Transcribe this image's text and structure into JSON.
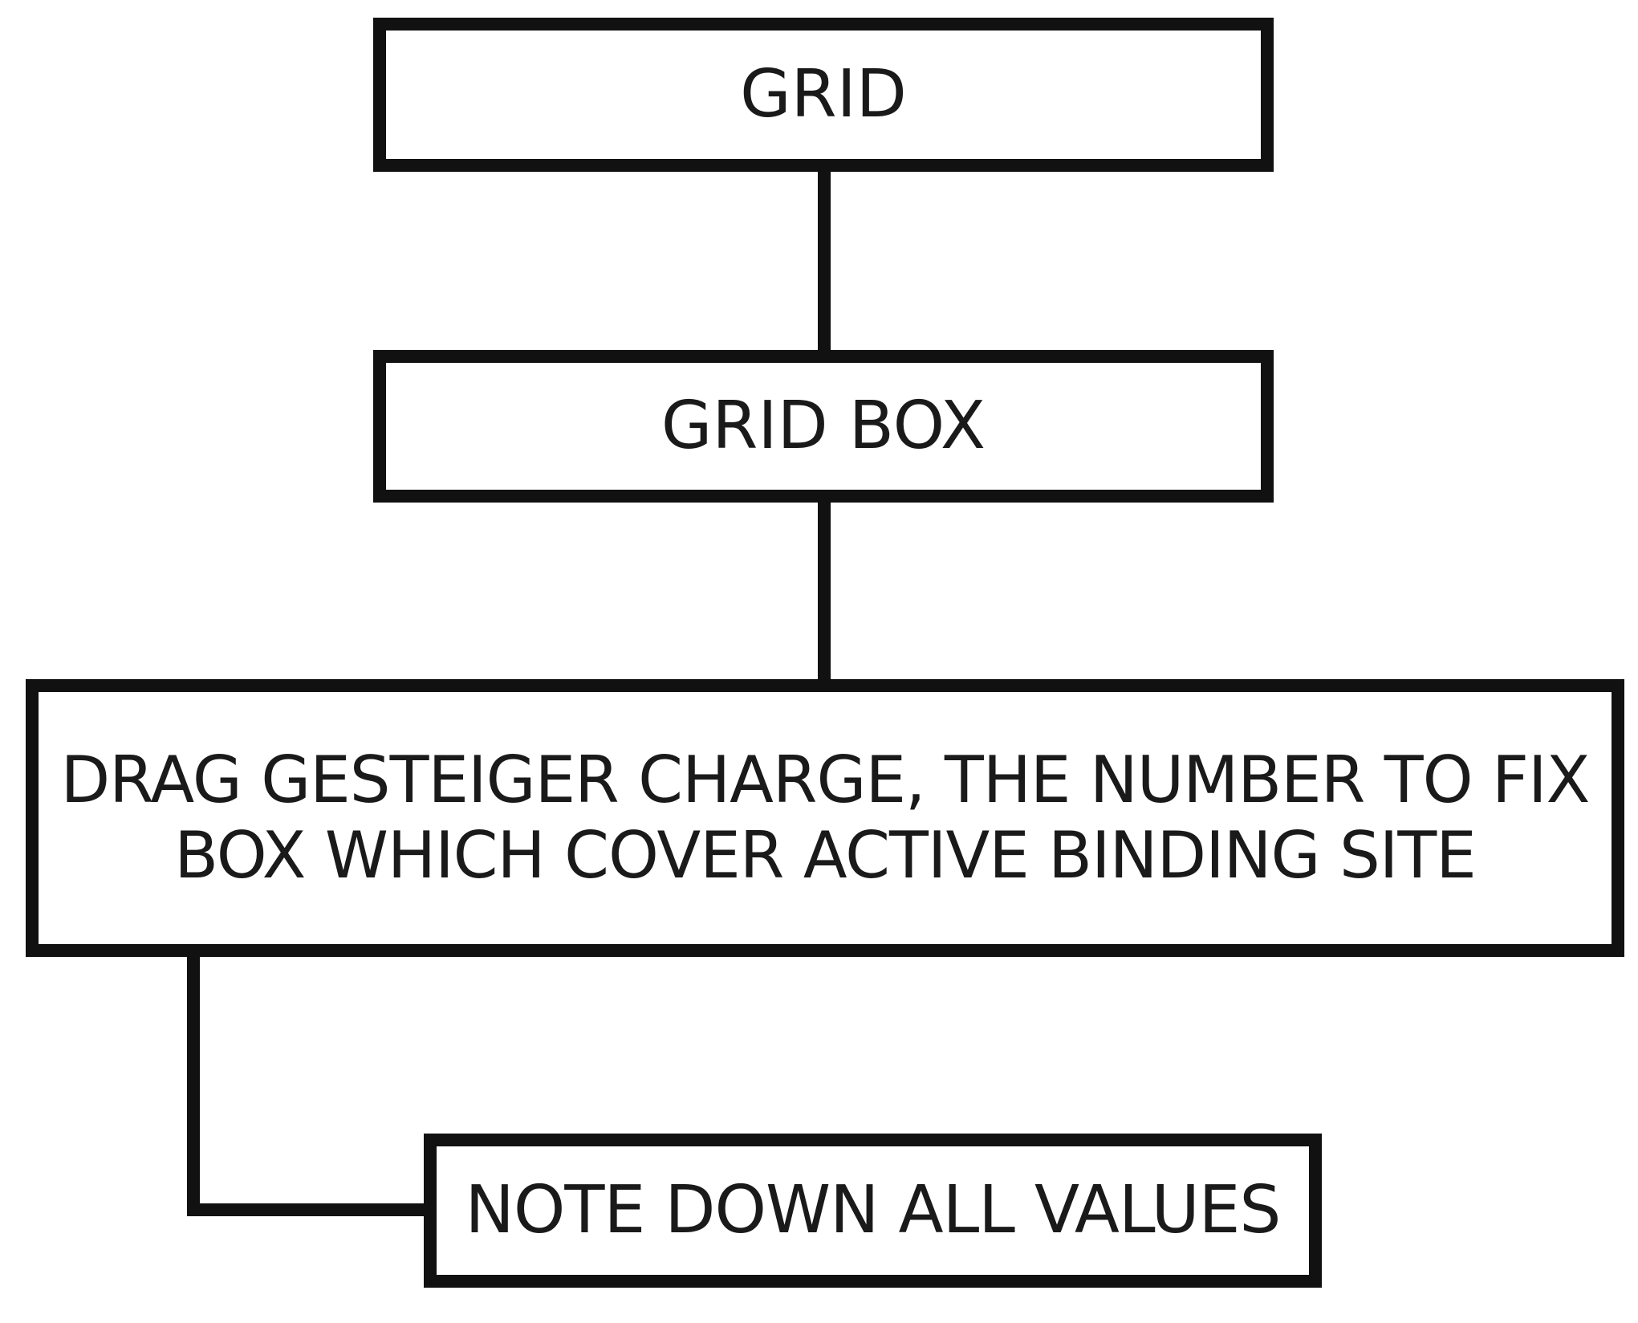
{
  "diagram": {
    "type": "flowchart",
    "nodes": [
      {
        "id": "grid",
        "label": "GRID"
      },
      {
        "id": "grid_box",
        "label": "GRID BOX"
      },
      {
        "id": "drag_charge",
        "label": "DRAG GESTEIGER CHARGE, THE NUMBER TO FIX\nBOX WHICH COVER ACTIVE BINDING SITE"
      },
      {
        "id": "note_values",
        "label": "NOTE DOWN ALL VALUES"
      }
    ],
    "edges": [
      {
        "from": "grid",
        "to": "grid_box"
      },
      {
        "from": "grid_box",
        "to": "drag_charge"
      },
      {
        "from": "drag_charge",
        "to": "note_values"
      }
    ],
    "colors": {
      "stroke": "#111111",
      "fill": "#ffffff",
      "text": "#1a1a1a"
    }
  }
}
